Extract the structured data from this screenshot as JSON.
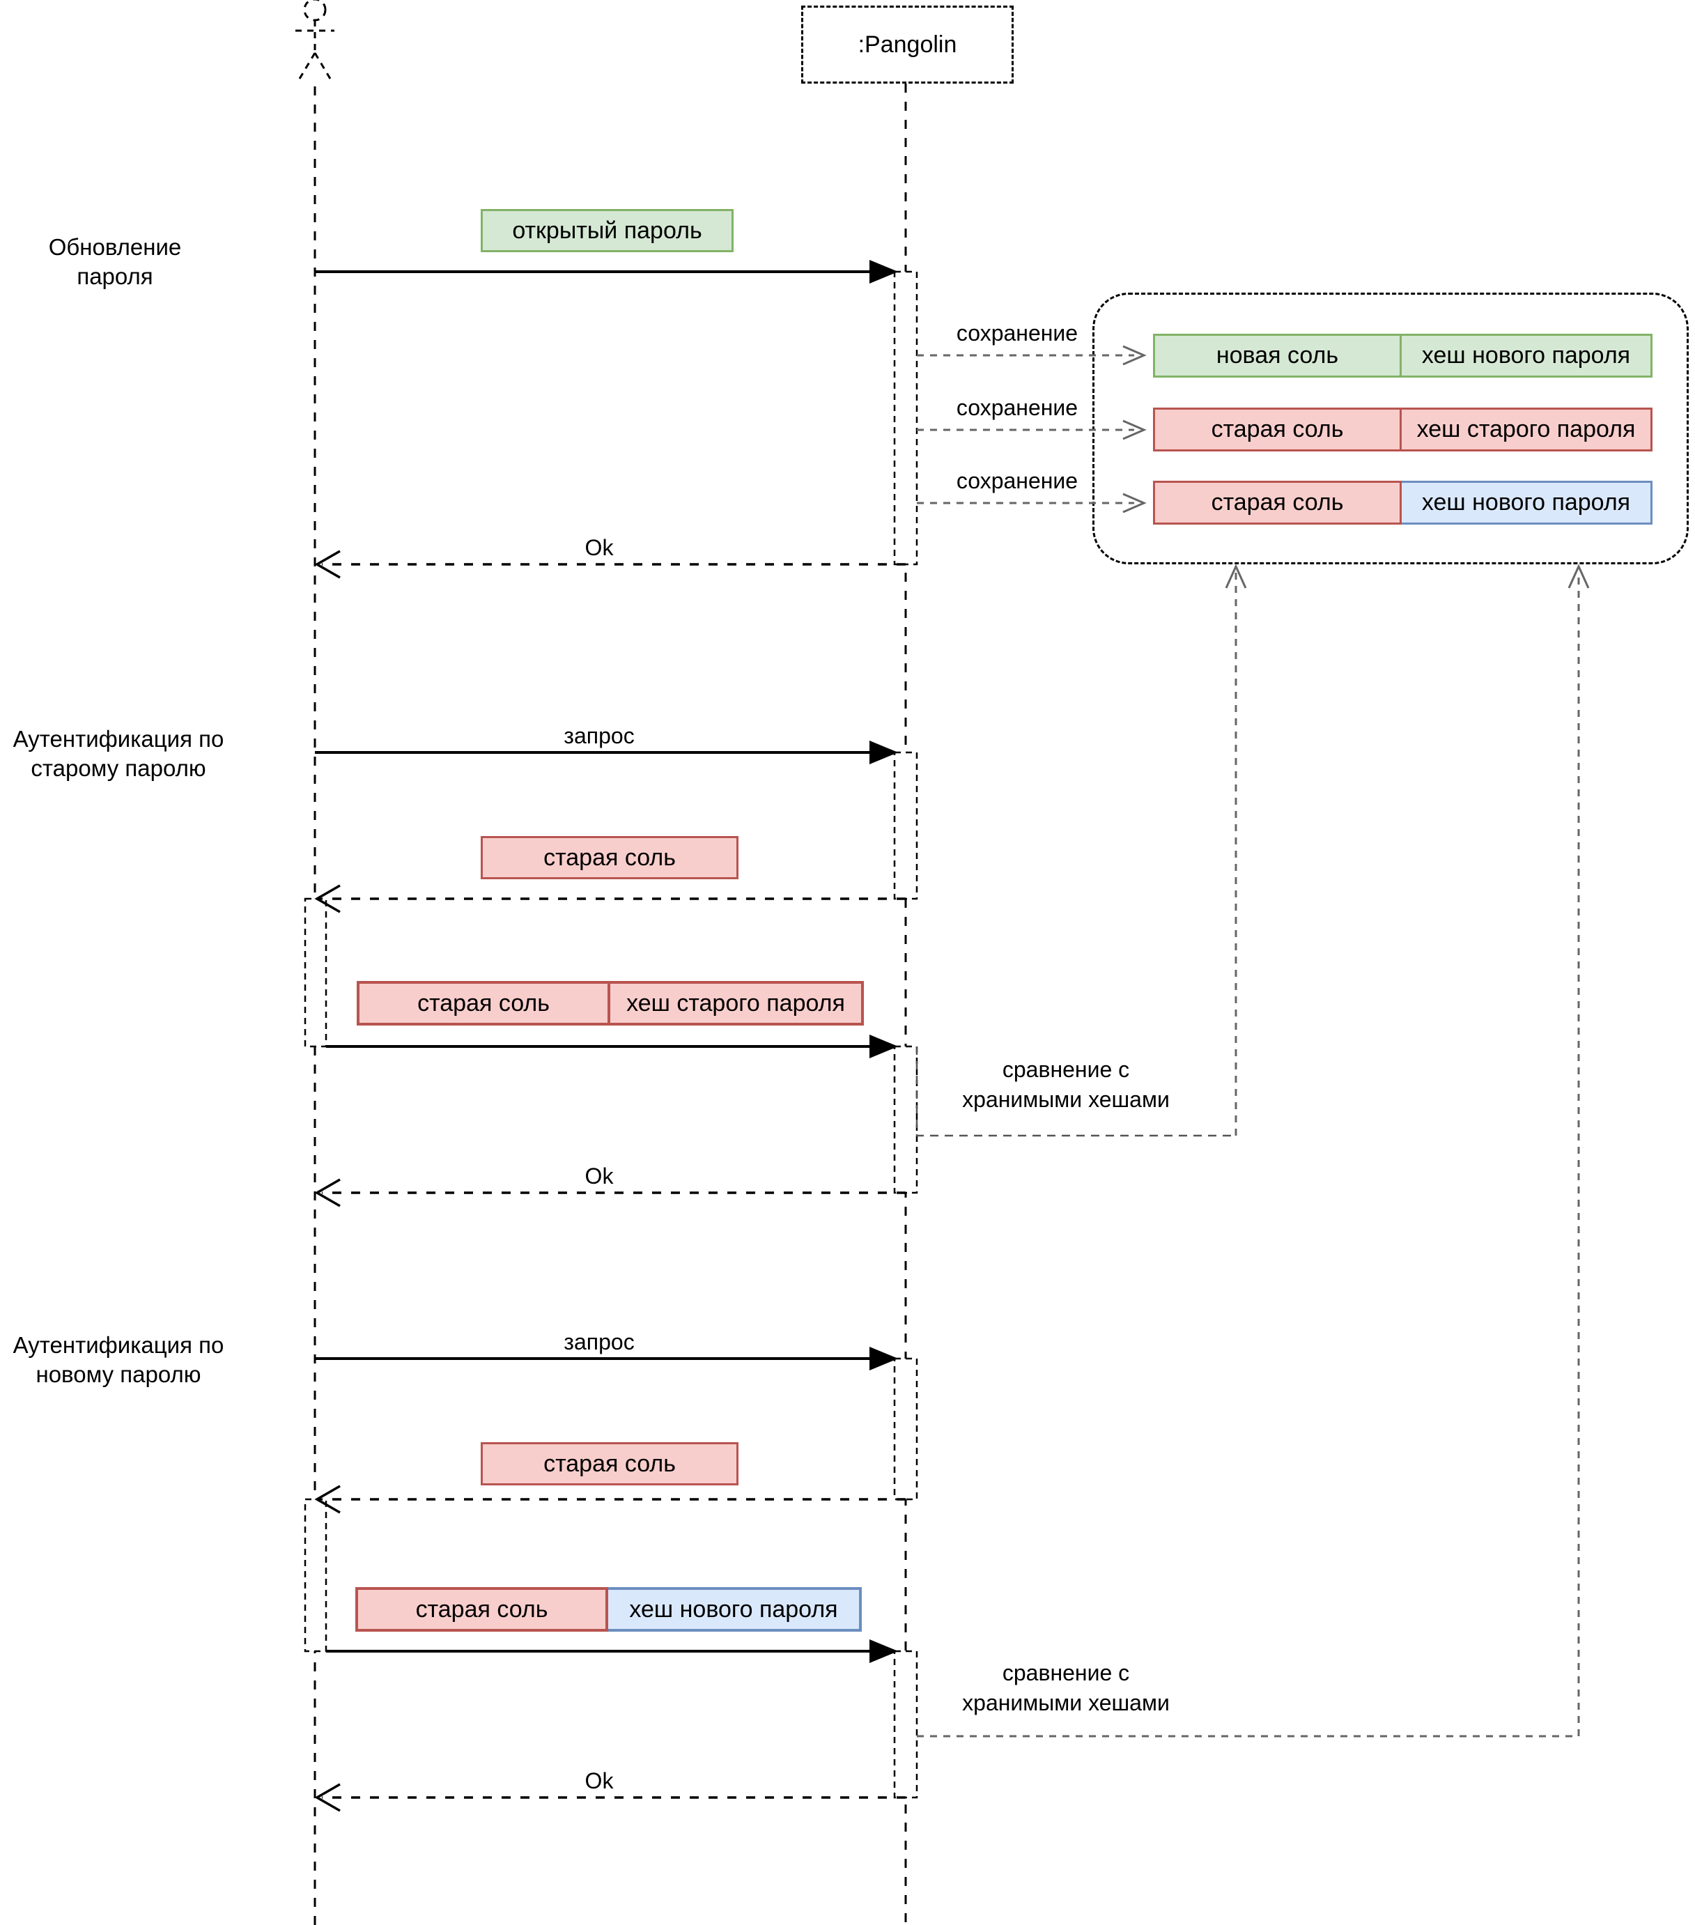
{
  "participants": {
    "user": {
      "kind": "actor"
    },
    "pangolin": {
      "label": ":Pangolin"
    }
  },
  "storage": {
    "rows": [
      {
        "left": "новая соль",
        "right": "хеш нового пароля",
        "left_color": "green",
        "right_color": "green"
      },
      {
        "left": "старая соль",
        "right": "хеш старого пароля",
        "left_color": "red",
        "right_color": "red"
      },
      {
        "left": "старая соль",
        "right": "хеш нового пароля",
        "left_color": "red",
        "right_color": "blue"
      }
    ]
  },
  "sections": [
    {
      "title": [
        "Обновление",
        "пароля"
      ],
      "request_box": "открытый пароль",
      "saves": [
        "сохранение",
        "сохранение",
        "сохранение"
      ],
      "response": "Ok"
    },
    {
      "title": [
        "Аутентификация по",
        "старому паролю"
      ],
      "request": "запрос",
      "salt_box": "старая соль",
      "submit": {
        "left": "старая соль",
        "right": "хеш старого пароля"
      },
      "compare": [
        "сравнение с",
        "хранимыми хешами"
      ],
      "response": "Ok"
    },
    {
      "title": [
        "Аутентификация по",
        "новому паролю"
      ],
      "request": "запрос",
      "salt_box": "старая соль",
      "submit": {
        "left": "старая соль",
        "right": "хеш нового пароля"
      },
      "compare": [
        "сравнение с",
        "хранимыми хешами"
      ],
      "response": "Ok"
    }
  ],
  "colors": {
    "green_fill": "#d5e8d4",
    "green_stroke": "#82b366",
    "red_fill": "#f8cecc",
    "red_stroke": "#b85450",
    "blue_fill": "#dae8fc",
    "blue_stroke": "#6c8ebf",
    "connector_gray": "#666666",
    "line_black": "#000000"
  }
}
